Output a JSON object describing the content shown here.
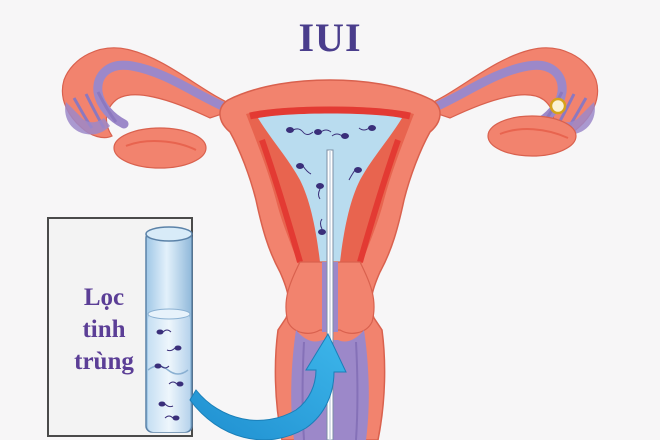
{
  "title": "IUI",
  "inset": {
    "label_lines": [
      "Lọc",
      "tinh",
      "trùng"
    ]
  },
  "colors": {
    "background": "#f7f6f7",
    "tissue": "#f2836e",
    "tissue_dark": "#e8644f",
    "lining": "#e33a33",
    "ovary_lavender": "#9c88c9",
    "cavity_blue": "#b9dcef",
    "title": "#4a3d8c",
    "label": "#5b3e96",
    "arrow": "#2aa3dc",
    "sperm": "#3a2f7a"
  },
  "icons": [
    "sperm-icon",
    "curved-arrow-icon",
    "egg-icon",
    "test-tube-icon",
    "catheter-icon"
  ]
}
